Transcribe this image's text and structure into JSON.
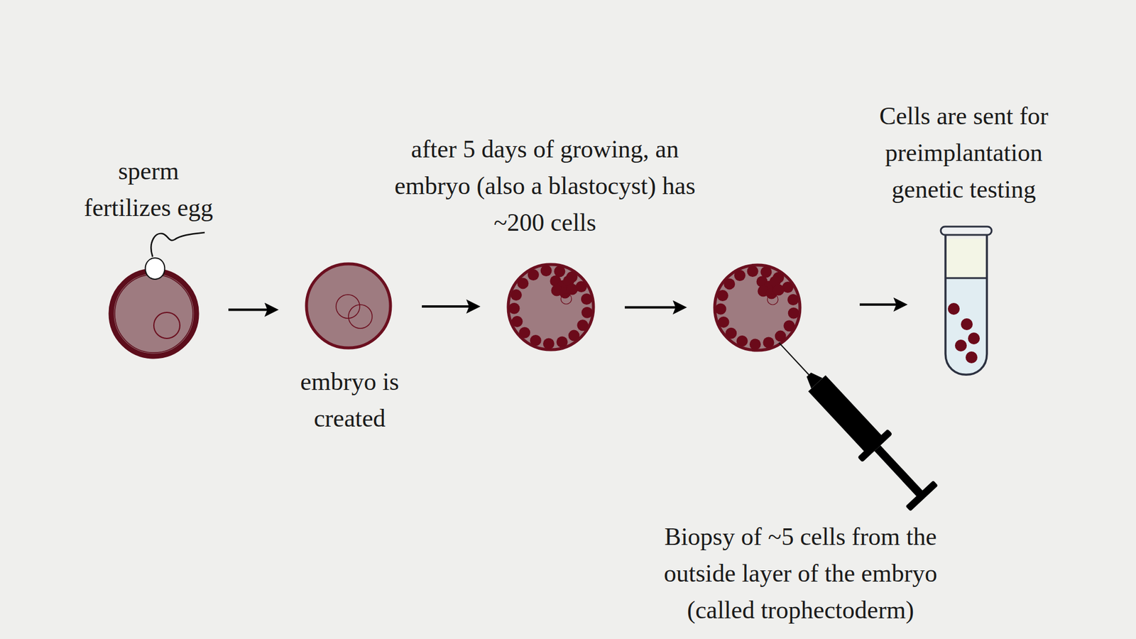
{
  "diagram": {
    "nodes": [
      {
        "text": [
          "sperm fertilizes egg"
        ]
      },
      {
        "text": [
          "embryo is created"
        ]
      },
      {
        "text": [
          "after 5 days of growing, an embryo (also a blastocyst) has ~200 cells"
        ]
      },
      {
        "text": [
          "Biopsy of ~5 cells from the outside layer of the embryo (called trophectoderm)"
        ]
      },
      {
        "text": [
          "Cells are sent for preimplantation genetic testing"
        ]
      }
    ],
    "edges": [
      {
        "from": 0,
        "to": 1,
        "arrow": "to"
      },
      {
        "from": 1,
        "to": 2,
        "arrow": "to"
      },
      {
        "from": 2,
        "to": 3,
        "arrow": "to"
      },
      {
        "from": 3,
        "to": 4,
        "arrow": "to"
      }
    ]
  }
}
